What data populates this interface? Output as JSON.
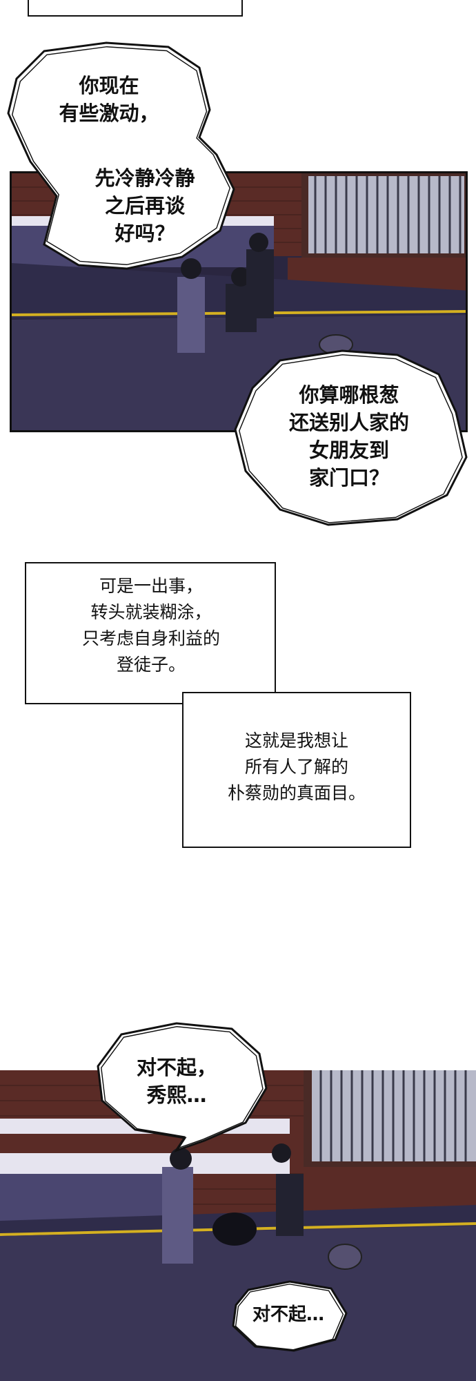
{
  "bubbles": {
    "b1_line1": "你现在\n有些激动，",
    "b1_line2": "先冷静冷静\n之后再谈\n好吗？",
    "b2": "你算哪根葱\n还送别人家的\n女朋友到\n家门口？",
    "b3": "对不起，\n秀熙…",
    "b4": "对不起…"
  },
  "captions": {
    "c1": "可是一出事，\n转头就装糊涂，\n只考虑自身利益的\n登徒子。",
    "c2": "这就是我想让\n所有人了解的\n朴蔡勋的真面目。"
  },
  "colors": {
    "night_sky": "#2a2640",
    "brick": "#5a2b26",
    "road": "#3a3656",
    "curb_line": "#d4b021"
  }
}
